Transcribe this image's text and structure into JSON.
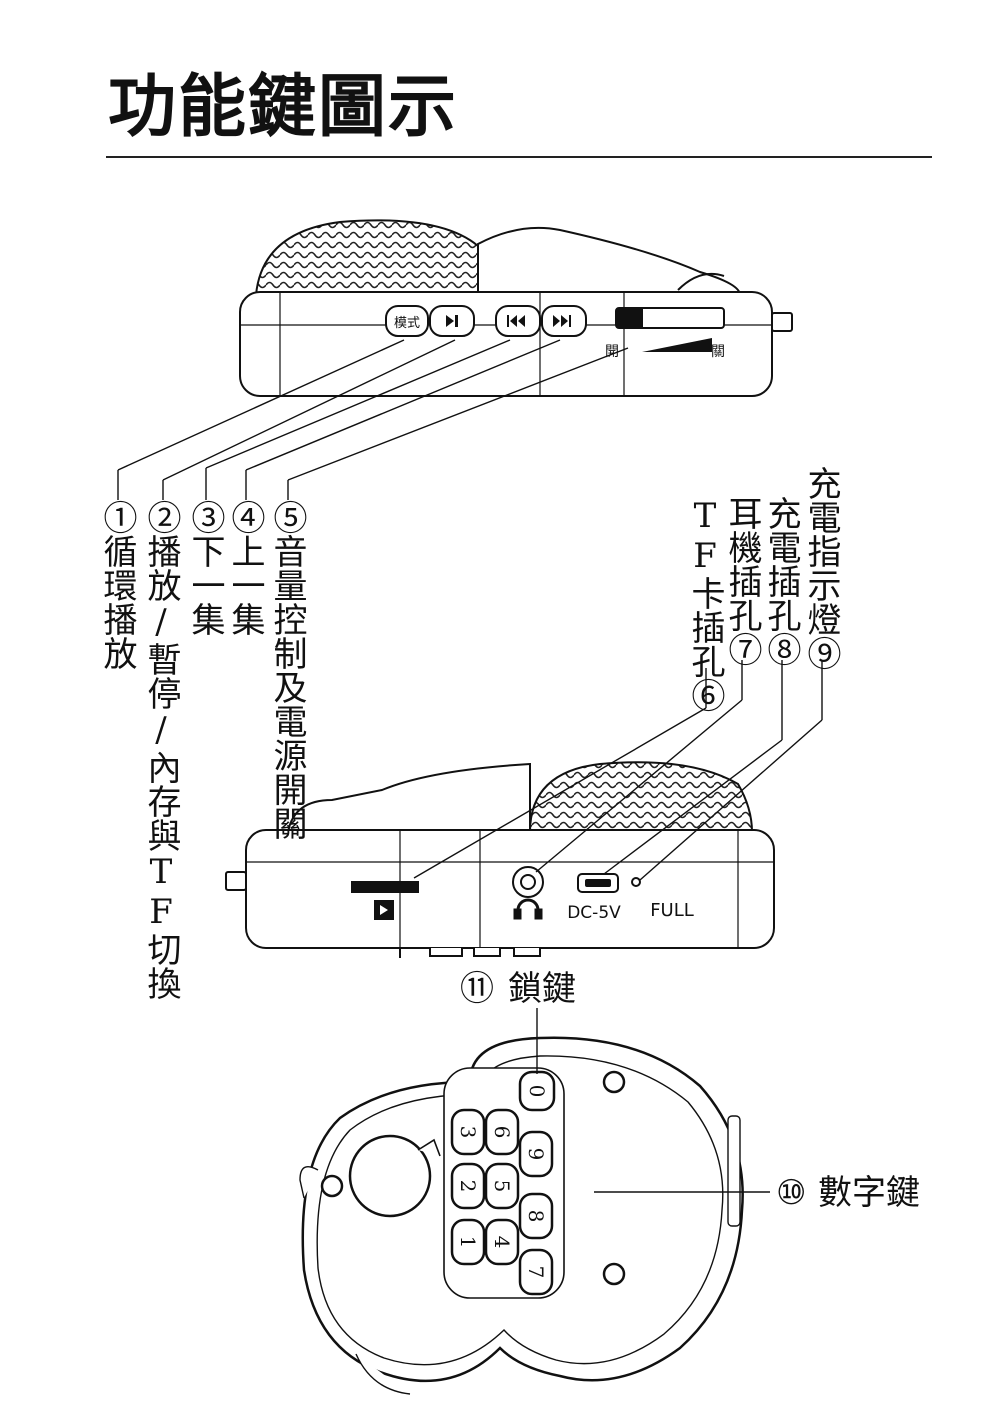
{
  "title": "功能鍵圖示",
  "callouts": {
    "c1": {
      "num": "①",
      "text": "循環播放"
    },
    "c2": {
      "num": "②",
      "text": "播放/暫停/內存與TF切換"
    },
    "c3": {
      "num": "③",
      "text": "下一集"
    },
    "c4": {
      "num": "④",
      "text": "上一集"
    },
    "c5": {
      "num": "⑤",
      "text": "音量控制及電源開關"
    },
    "c6": {
      "num": "⑥",
      "text": "TF卡插孔"
    },
    "c7": {
      "num": "⑦",
      "text": "耳機插孔"
    },
    "c8": {
      "num": "⑧",
      "text": "充電插孔"
    },
    "c9": {
      "num": "⑨",
      "text": "充電指示燈"
    },
    "c10": {
      "num": "⑩",
      "text": "數字鍵"
    },
    "c11": {
      "num": "⑪",
      "text": "鎖鍵"
    }
  },
  "device_top": {
    "mode_button": "模式",
    "switch_left": "開",
    "switch_right": "關"
  },
  "device_side": {
    "dc_label": "DC-5V",
    "full_label": "FULL"
  },
  "keypad": {
    "keys": [
      "3",
      "6",
      "9",
      "2",
      "5",
      "8",
      "1",
      "4",
      "7"
    ],
    "lock_key": "0"
  },
  "icons": [
    "play-pause-icon",
    "previous-icon",
    "next-icon",
    "headphone-icon",
    "usb-port-icon",
    "sd-card-icon"
  ],
  "colors": {
    "ink": "#111111",
    "paper": "#ffffff"
  }
}
